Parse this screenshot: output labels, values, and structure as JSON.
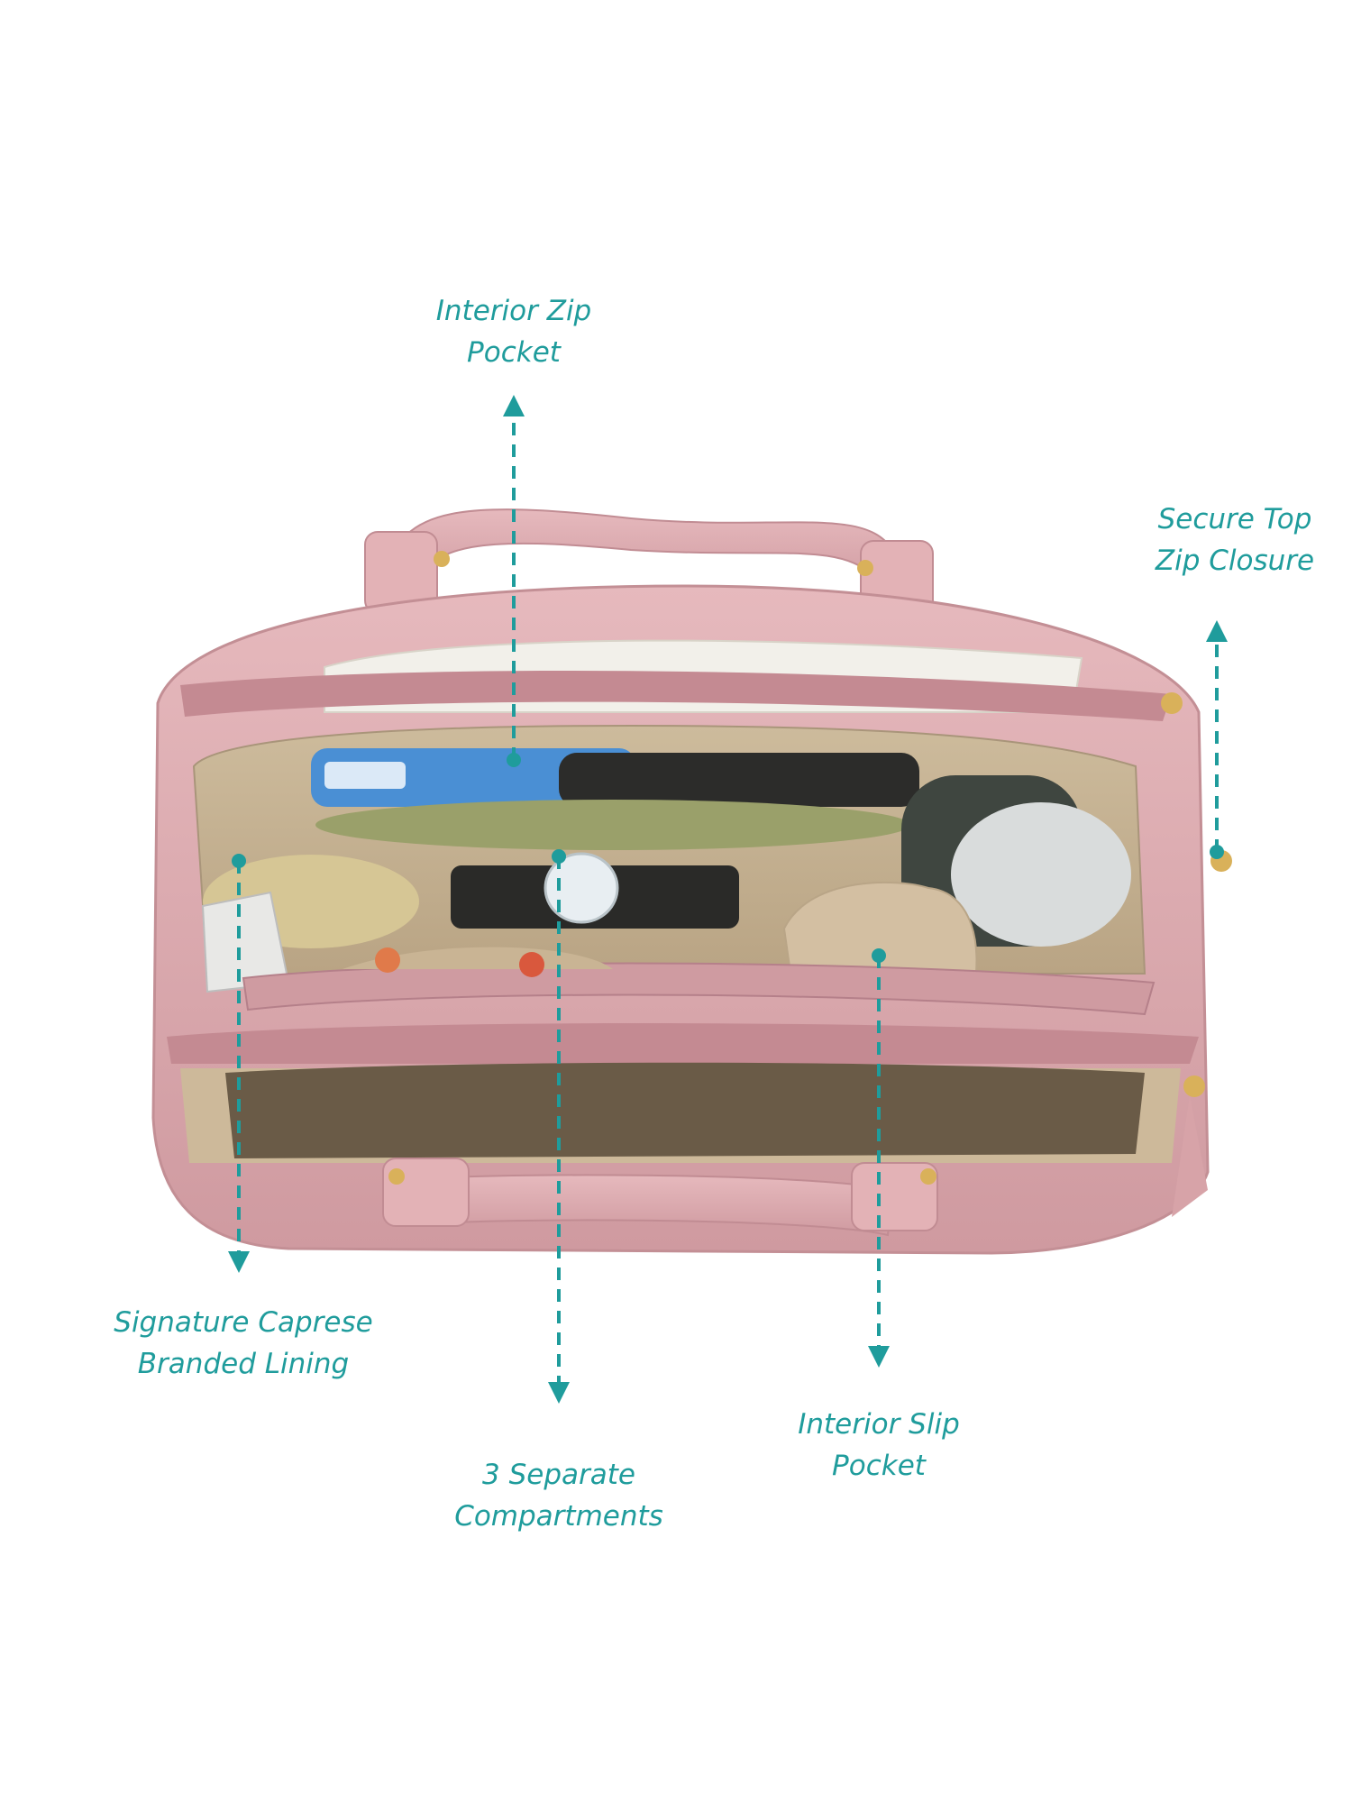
{
  "colors": {
    "annotation": "#1f9c9c",
    "bag_leather": "#d8a6ac",
    "bag_lining": "#c7b497",
    "background": "#ffffff"
  },
  "callouts": {
    "interior_zip_pocket": {
      "line1": "Interior Zip",
      "line2": "Pocket"
    },
    "secure_top_zip": {
      "line1": "Secure Top",
      "line2": "Zip Closure"
    },
    "branded_lining": {
      "line1": "Signature Caprese",
      "line2": "Branded Lining"
    },
    "compartments": {
      "line1": "3 Separate",
      "line2": "Compartments"
    },
    "interior_slip_pocket": {
      "line1": "Interior Slip",
      "line2": "Pocket"
    }
  }
}
